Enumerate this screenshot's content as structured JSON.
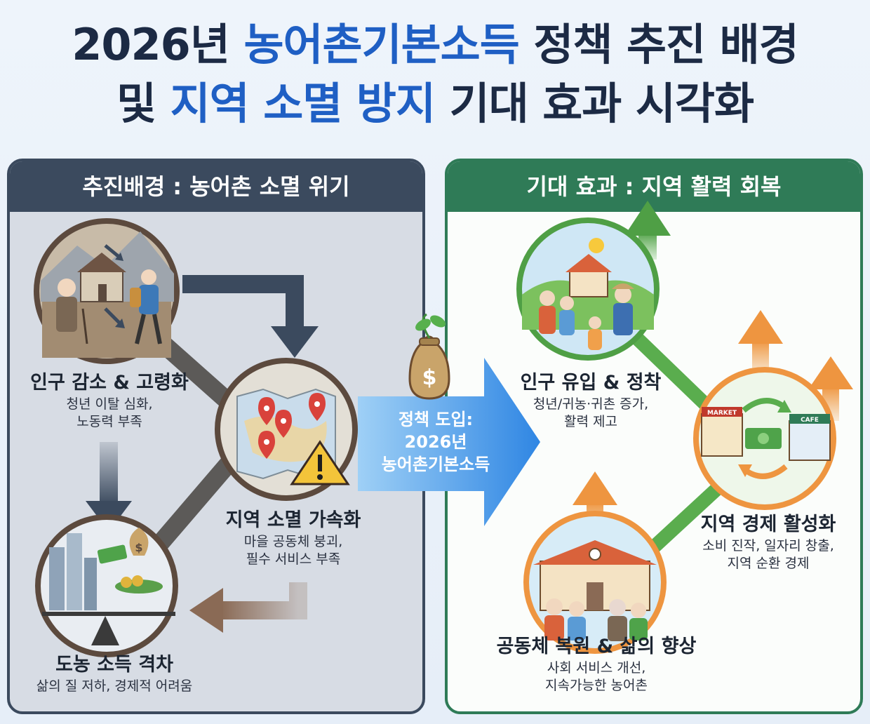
{
  "title": {
    "line1_a": "2026년 ",
    "line1_b": "농어촌기본소득",
    "line1_c": " 정책 추진 배경",
    "line2_a": "및 ",
    "line2_b": "지역 소멸 방지",
    "line2_c": " 기대 효과 시각화"
  },
  "left_panel": {
    "header": "추진배경 : 농어촌 소멸 위기",
    "nodes": [
      {
        "title": "인구 감소 & 고령화",
        "desc1": "청년 이탈 심화,",
        "desc2": "노동력 부족"
      },
      {
        "title": "지역 소멸 가속화",
        "desc1": "마을 공동체 붕괴,",
        "desc2": "필수 서비스 부족"
      },
      {
        "title": "도농 소득 격차",
        "desc1": "삶의 질 저하, 경제적 어려움",
        "desc2": ""
      }
    ]
  },
  "policy": {
    "line1": "정책 도입:",
    "line2": "2026년",
    "line3": "농어촌기본소득",
    "bag_symbol": "$"
  },
  "right_panel": {
    "header": "기대 효과 : 지역 활력 회복",
    "nodes": [
      {
        "title": "인구 유입 & 정착",
        "desc1": "청년/귀농·귀촌 증가,",
        "desc2": "활력 제고"
      },
      {
        "title": "지역 경제 활성화",
        "desc1": "소비 진작, 일자리 창출,",
        "desc2": "지역 순환 경제"
      },
      {
        "title": "공동체 복원 & 삶의 향상",
        "desc1": "사회 서비스 개선,",
        "desc2": "지속가능한 농어촌"
      }
    ],
    "shop_sign_1": "MARKET",
    "shop_sign_2": "CAFE"
  },
  "colors": {
    "left_border": "#3b4a5e",
    "right_border": "#2f7b57",
    "policy_arrow": "#3a8ee6",
    "growth_green": "#5aad4e",
    "growth_orange": "#f0a04b",
    "decline_brown": "#8a6a55"
  }
}
